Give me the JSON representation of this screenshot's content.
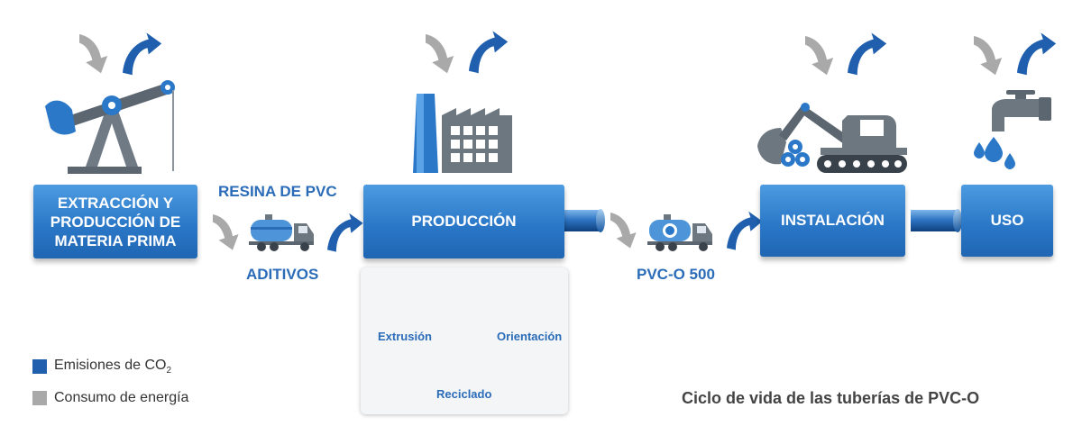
{
  "diagram": {
    "stages": [
      {
        "lines": [
          "EXTRACCIÓN Y",
          "PRODUCCIÓN DE",
          "MATERIA PRIMA"
        ]
      },
      {
        "lines": [
          "PRODUCCIÓN"
        ]
      },
      {
        "lines": [
          "INSTALACIÓN"
        ]
      },
      {
        "lines": [
          "USO"
        ]
      }
    ],
    "transport_1_top": "RESINA DE PVC",
    "transport_1_bottom": "ADITIVOS",
    "transport_2": "PVC-O 500",
    "process": {
      "extrusion": "Extrusión",
      "orientation": "Orientación",
      "recycling": "Reciclado"
    },
    "legend": {
      "emissions_prefix": "Emisiones de CO",
      "emissions_sub": "2",
      "energy": "Consumo de energía"
    },
    "caption": "Ciclo de vida de las tuberías de PVC-O",
    "colors": {
      "emissions": "#1f5fae",
      "energy": "#a9a9a9",
      "box": "#2b78c8",
      "label": "#2b6cb8"
    },
    "icons": [
      "pumpjack-icon",
      "tanker-truck-icon",
      "factory-icon",
      "excavator-icon",
      "faucet-icon",
      "recycle-icon",
      "pipe-icon"
    ]
  }
}
